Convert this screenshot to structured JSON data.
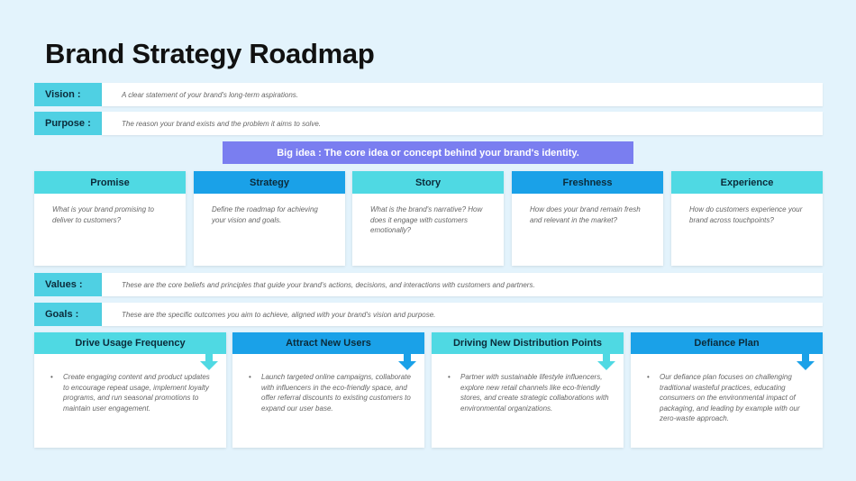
{
  "title": "Brand Strategy Roadmap",
  "vision": {
    "label": "Vision :",
    "text": "A clear statement of your brand's long-term aspirations."
  },
  "purpose": {
    "label": "Purpose :",
    "text": "The reason your brand exists and the problem it aims to solve."
  },
  "big_idea": "Big idea : The core idea or concept behind your brand's identity.",
  "pillars": [
    {
      "title": "Promise",
      "text": "What is your brand promising to deliver to customers?",
      "color": "#4fd9e3"
    },
    {
      "title": "Strategy",
      "text": "Define the roadmap for achieving your vision and goals.",
      "color": "#1aa1e8"
    },
    {
      "title": "Story",
      "text": "What is the brand's narrative? How does it engage with customers emotionally?",
      "color": "#4fd9e3"
    },
    {
      "title": "Freshness",
      "text": "How does your brand remain fresh and relevant in the market?",
      "color": "#1aa1e8"
    },
    {
      "title": "Experience",
      "text": "How do customers experience your brand across touchpoints?",
      "color": "#4fd9e3"
    }
  ],
  "values": {
    "label": "Values :",
    "text": "These are the core beliefs and principles that guide your brand's actions, decisions, and interactions with customers and partners."
  },
  "goals": {
    "label": "Goals :",
    "text": "These are the specific outcomes you aim to achieve, aligned with your brand's vision and purpose."
  },
  "goal_items": [
    {
      "title": "Drive Usage Frequency",
      "text": "Create engaging content and product updates to encourage repeat usage, implement loyalty programs, and run seasonal promotions to maintain user engagement.",
      "color": "#4fd9e3"
    },
    {
      "title": "Attract New Users",
      "text": "Launch targeted online campaigns, collaborate with influencers in the eco-friendly space, and offer referral discounts to existing customers to expand our user base.",
      "color": "#1aa1e8"
    },
    {
      "title": "Driving New Distribution Points",
      "text": "Partner with sustainable lifestyle influencers, explore new retail channels like eco-friendly stores, and create strategic collaborations with environmental organizations.",
      "color": "#4fd9e3"
    },
    {
      "title": "Defiance Plan",
      "text": "Our defiance plan focuses on challenging traditional wasteful practices, educating consumers on the environmental impact of packaging, and leading by example with our zero-waste approach.",
      "color": "#1aa1e8"
    }
  ],
  "bullet_char": "•"
}
